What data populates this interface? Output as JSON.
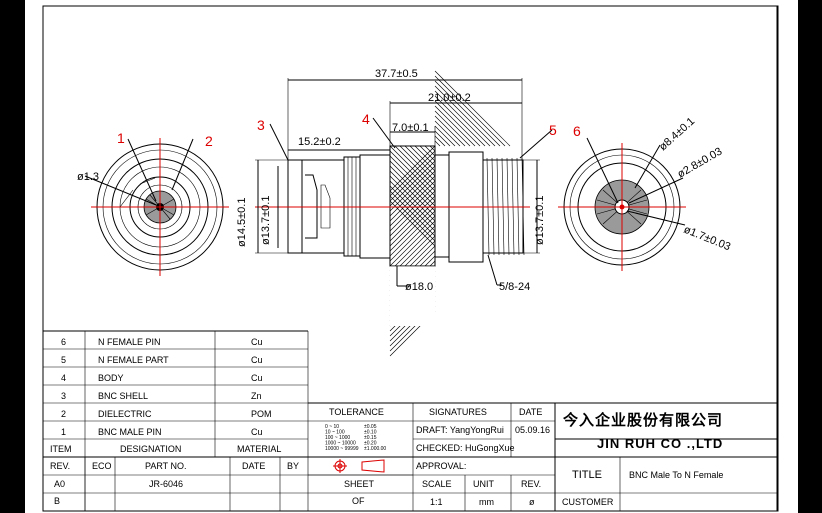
{
  "title": "BNC Male To N Female",
  "company_cn": "今入企业股份有限公司",
  "company_en": "JIN RUH CO .,LTD",
  "part_no": "JR-6046",
  "rev_a": "A0",
  "rev_b": "B",
  "dimensions": {
    "overall": "37.7±0.5",
    "n_side": "21.0±0.2",
    "bnc_len": "15.2±0.2",
    "body_len": "7.0±0.1",
    "dia_bnc_outer": "ø14.5±0.1",
    "dia_bnc_inner": "ø13.7±0.1",
    "dia_n": "ø13.7±0.1",
    "dia_body": "ø18.0",
    "thread": "5/8-24",
    "dia_pin": "ø1.3",
    "dia_n1": "ø8.4±0.1",
    "dia_n2": "ø2.8±0.03",
    "dia_n3": "ø1.7±0.03"
  },
  "callouts": [
    "1",
    "2",
    "3",
    "4",
    "5",
    "6"
  ],
  "bom": [
    {
      "item": "6",
      "designation": "N FEMALE PIN",
      "material": "Cu"
    },
    {
      "item": "5",
      "designation": "N FEMALE PART",
      "material": "Cu"
    },
    {
      "item": "4",
      "designation": "BODY",
      "material": "Cu"
    },
    {
      "item": "3",
      "designation": "BNC SHELL",
      "material": "Zn"
    },
    {
      "item": "2",
      "designation": "DIELECTRIC",
      "material": "POM"
    },
    {
      "item": "1",
      "designation": "BNC MALE PIN",
      "material": "Cu"
    }
  ],
  "bom_header": {
    "item": "ITEM",
    "designation": "DESIGNATION",
    "material": "MATERIAL"
  },
  "rev_header": {
    "rev": "REV.",
    "eco": "ECO",
    "part": "PART NO.",
    "date": "DATE",
    "by": "BY"
  },
  "tolerance": {
    "label": "TOLERANCE",
    "rows": [
      [
        "0 ~ 10",
        "±0.05"
      ],
      [
        "10 ~ 100",
        "±0.10"
      ],
      [
        "100 ~ 1000",
        "±0.15"
      ],
      [
        "1000 ~ 10000",
        "±0.20"
      ],
      [
        "10000 ~ 99999",
        "±1.000.00"
      ]
    ]
  },
  "signatures": {
    "label": "SIGNATURES",
    "date_label": "DATE",
    "draft": "DRAFT: YangYongRui",
    "checked": "CHECKED: HuGongXue",
    "approval": "APPROVAL:",
    "date": "05.09.16"
  },
  "footer": {
    "sheet": "SHEET",
    "of": "OF",
    "scale": "SCALE",
    "scale_val": "1:1",
    "unit": "UNIT",
    "unit_val": "mm",
    "rev": "REV.",
    "rev_val": "ø",
    "title_label": "TITLE",
    "customer": "CUSTOMER"
  }
}
